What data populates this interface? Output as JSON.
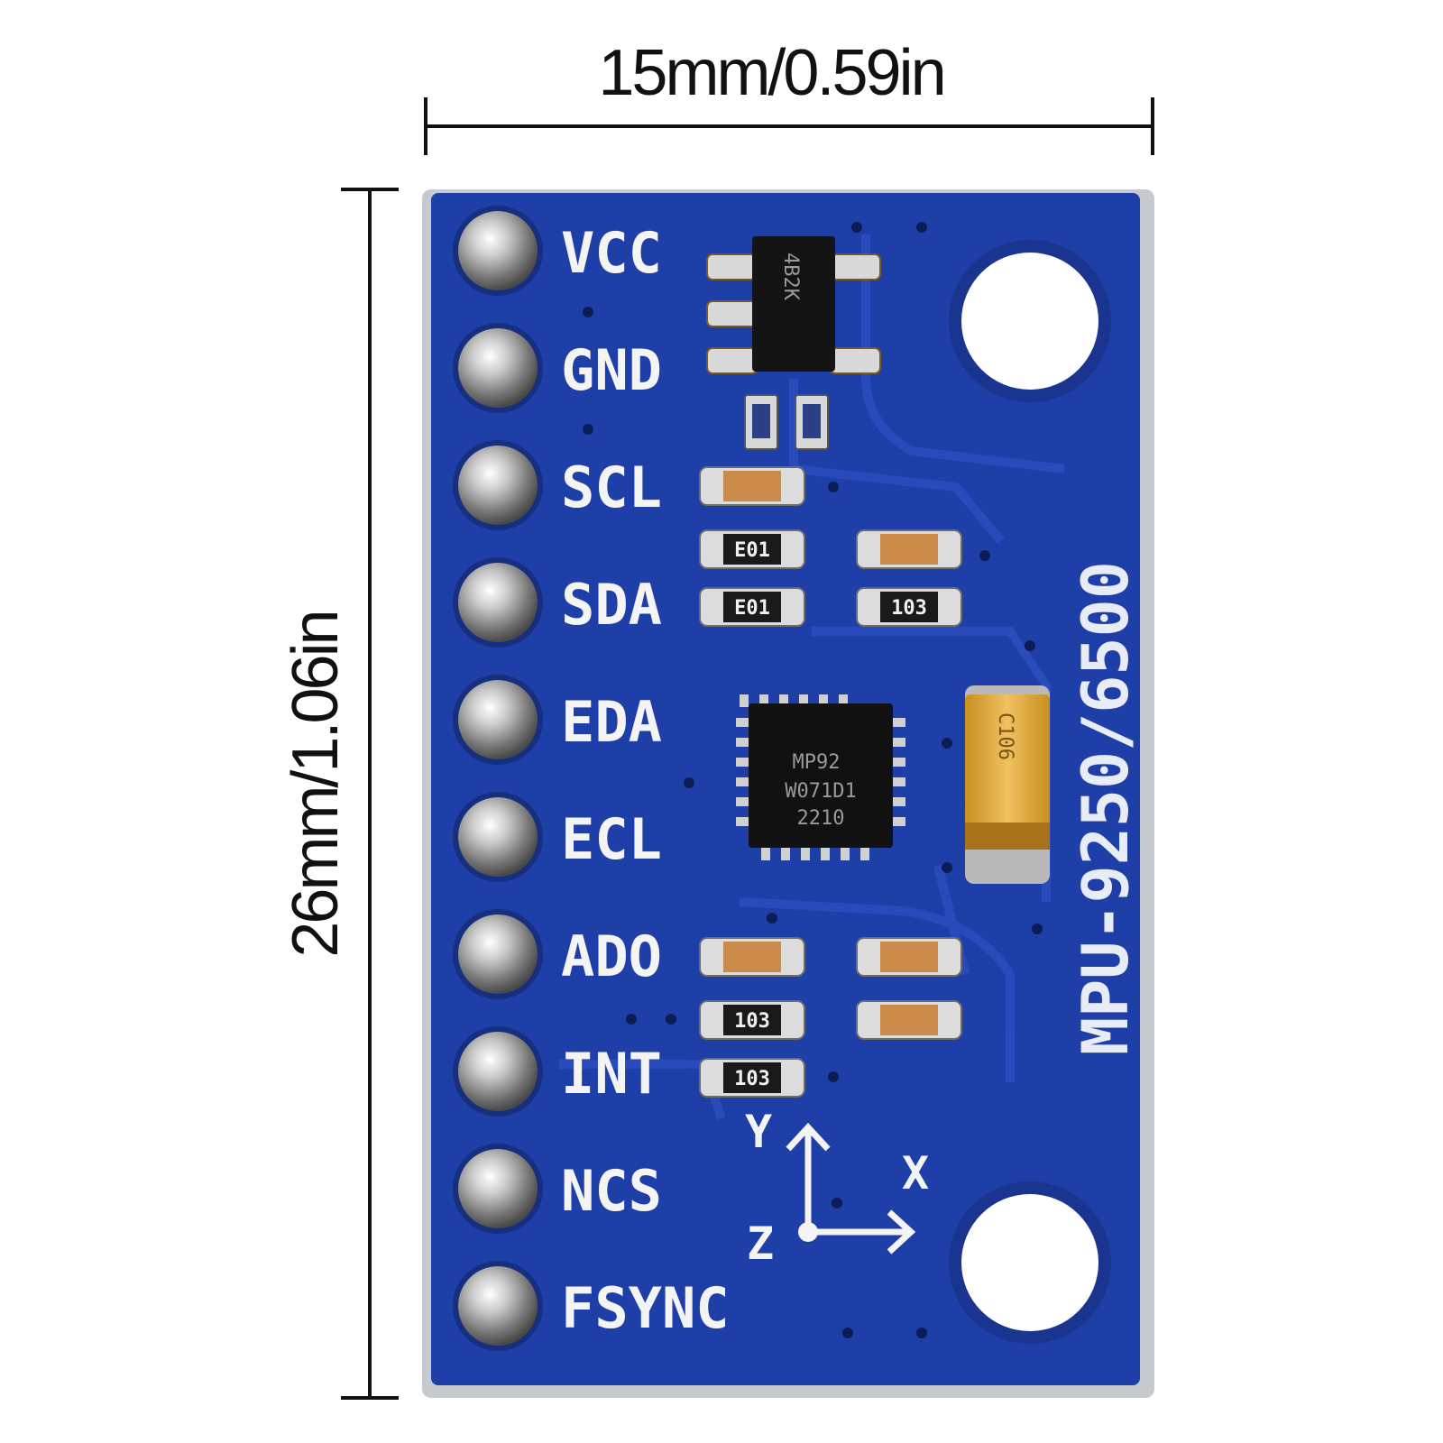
{
  "dimensions": {
    "width_label": "15mm/0.59in",
    "height_label": "26mm/1.06in"
  },
  "board": {
    "model_label": "MPU-9250/6500",
    "pcb_color": "#1f3fa8",
    "pins": [
      "VCC",
      "GND",
      "SCL",
      "SDA",
      "EDA",
      "ECL",
      "ADO",
      "INT",
      "NCS",
      "FSYNC"
    ],
    "regulator_marking": "4B2K",
    "sensor_marking": [
      "MP92",
      "W071D1",
      "2210"
    ],
    "capacitor_marking": "C106",
    "resistor_markings": [
      "E01",
      "E01",
      "103",
      "103",
      "103"
    ],
    "axes": {
      "x": "X",
      "y": "Y",
      "z": "Z"
    }
  }
}
